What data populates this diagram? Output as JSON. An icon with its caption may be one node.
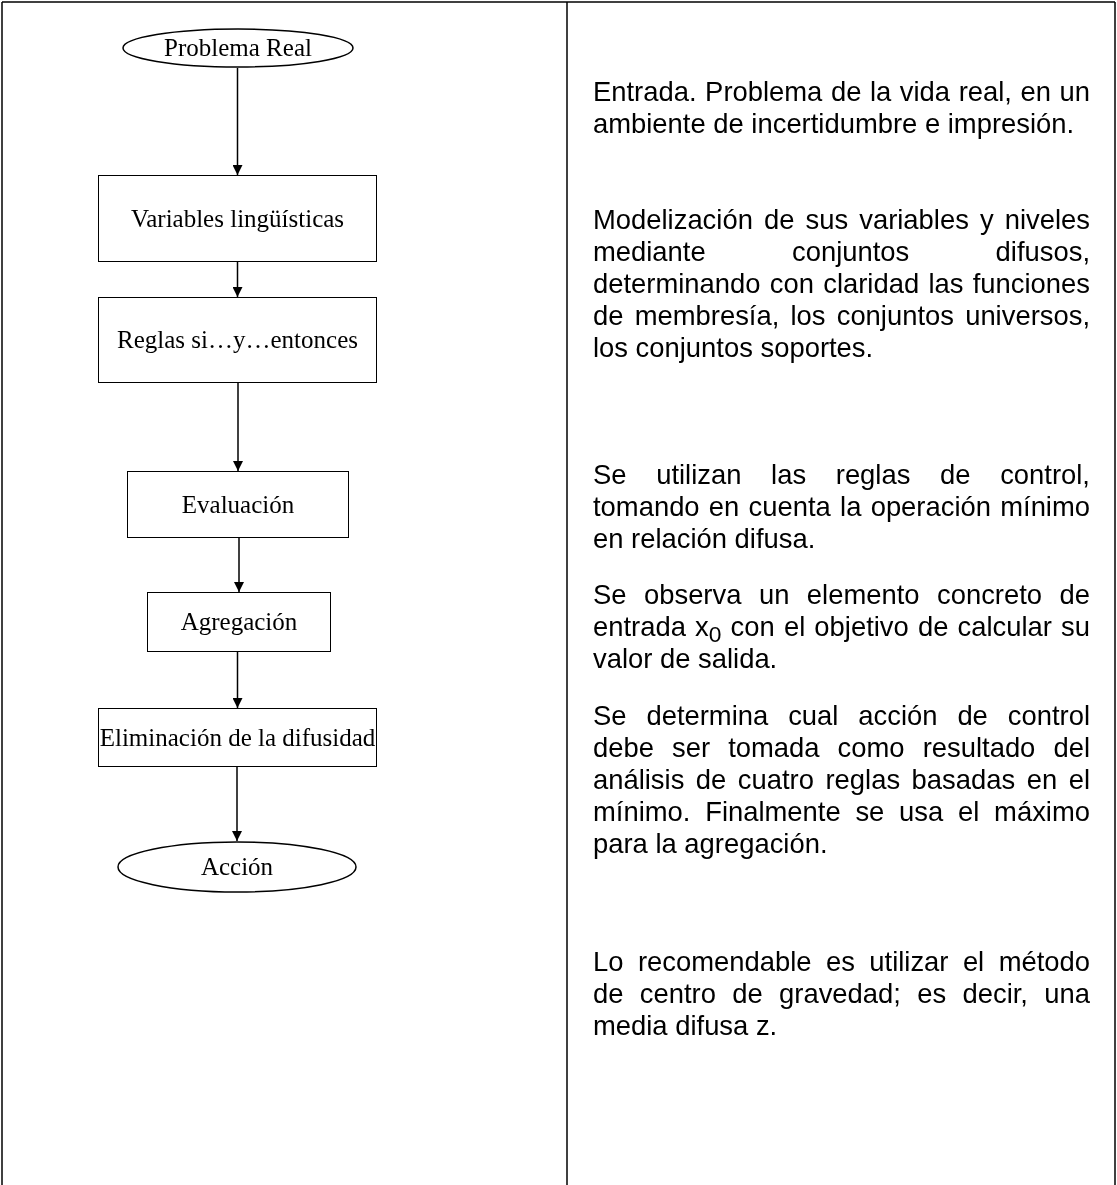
{
  "diagram": {
    "nodes": [
      {
        "text": [
          "Problema Real"
        ]
      },
      {
        "text": [
          "Variables lingüísticas"
        ]
      },
      {
        "text": [
          "Reglas si…y…entonces"
        ]
      },
      {
        "text": [
          "Evaluación"
        ]
      },
      {
        "text": [
          "Agregación"
        ]
      },
      {
        "text": [
          "Eliminación de la difusidad"
        ]
      },
      {
        "text": [
          "Acción"
        ]
      }
    ],
    "edges": [
      {
        "from": 0,
        "to": 1,
        "arrow": "to"
      },
      {
        "from": 1,
        "to": 2,
        "arrow": "to"
      },
      {
        "from": 2,
        "to": 3,
        "arrow": "to"
      },
      {
        "from": 3,
        "to": 4,
        "arrow": "to"
      },
      {
        "from": 4,
        "to": 5,
        "arrow": "to"
      },
      {
        "from": 5,
        "to": 6,
        "arrow": "to"
      }
    ],
    "labels": [
      "Entrada. Problema de la vida real, en un ambiente de incertidumbre e impresión.",
      "Modelización de sus variables y niveles mediante conjuntos difusos, determinando con claridad las funciones de membresía, los conjuntos universos, los conjuntos soportes.",
      "Se utilizan las reglas de control, tomando en cuenta la operación mínimo en relación difusa.",
      "Se observa un elemento concreto de entrada x$_{0}$ con el objetivo de calcular su valor de salida.",
      "Se determina cual acción de control debe ser tomada como resultado del análisis de cuatro reglas basadas en el mínimo. Finalmente se usa el máximo para la agregación.",
      "Lo recomendable es utilizar el método de centro de gravedad; es decir, una media difusa z."
    ]
  }
}
